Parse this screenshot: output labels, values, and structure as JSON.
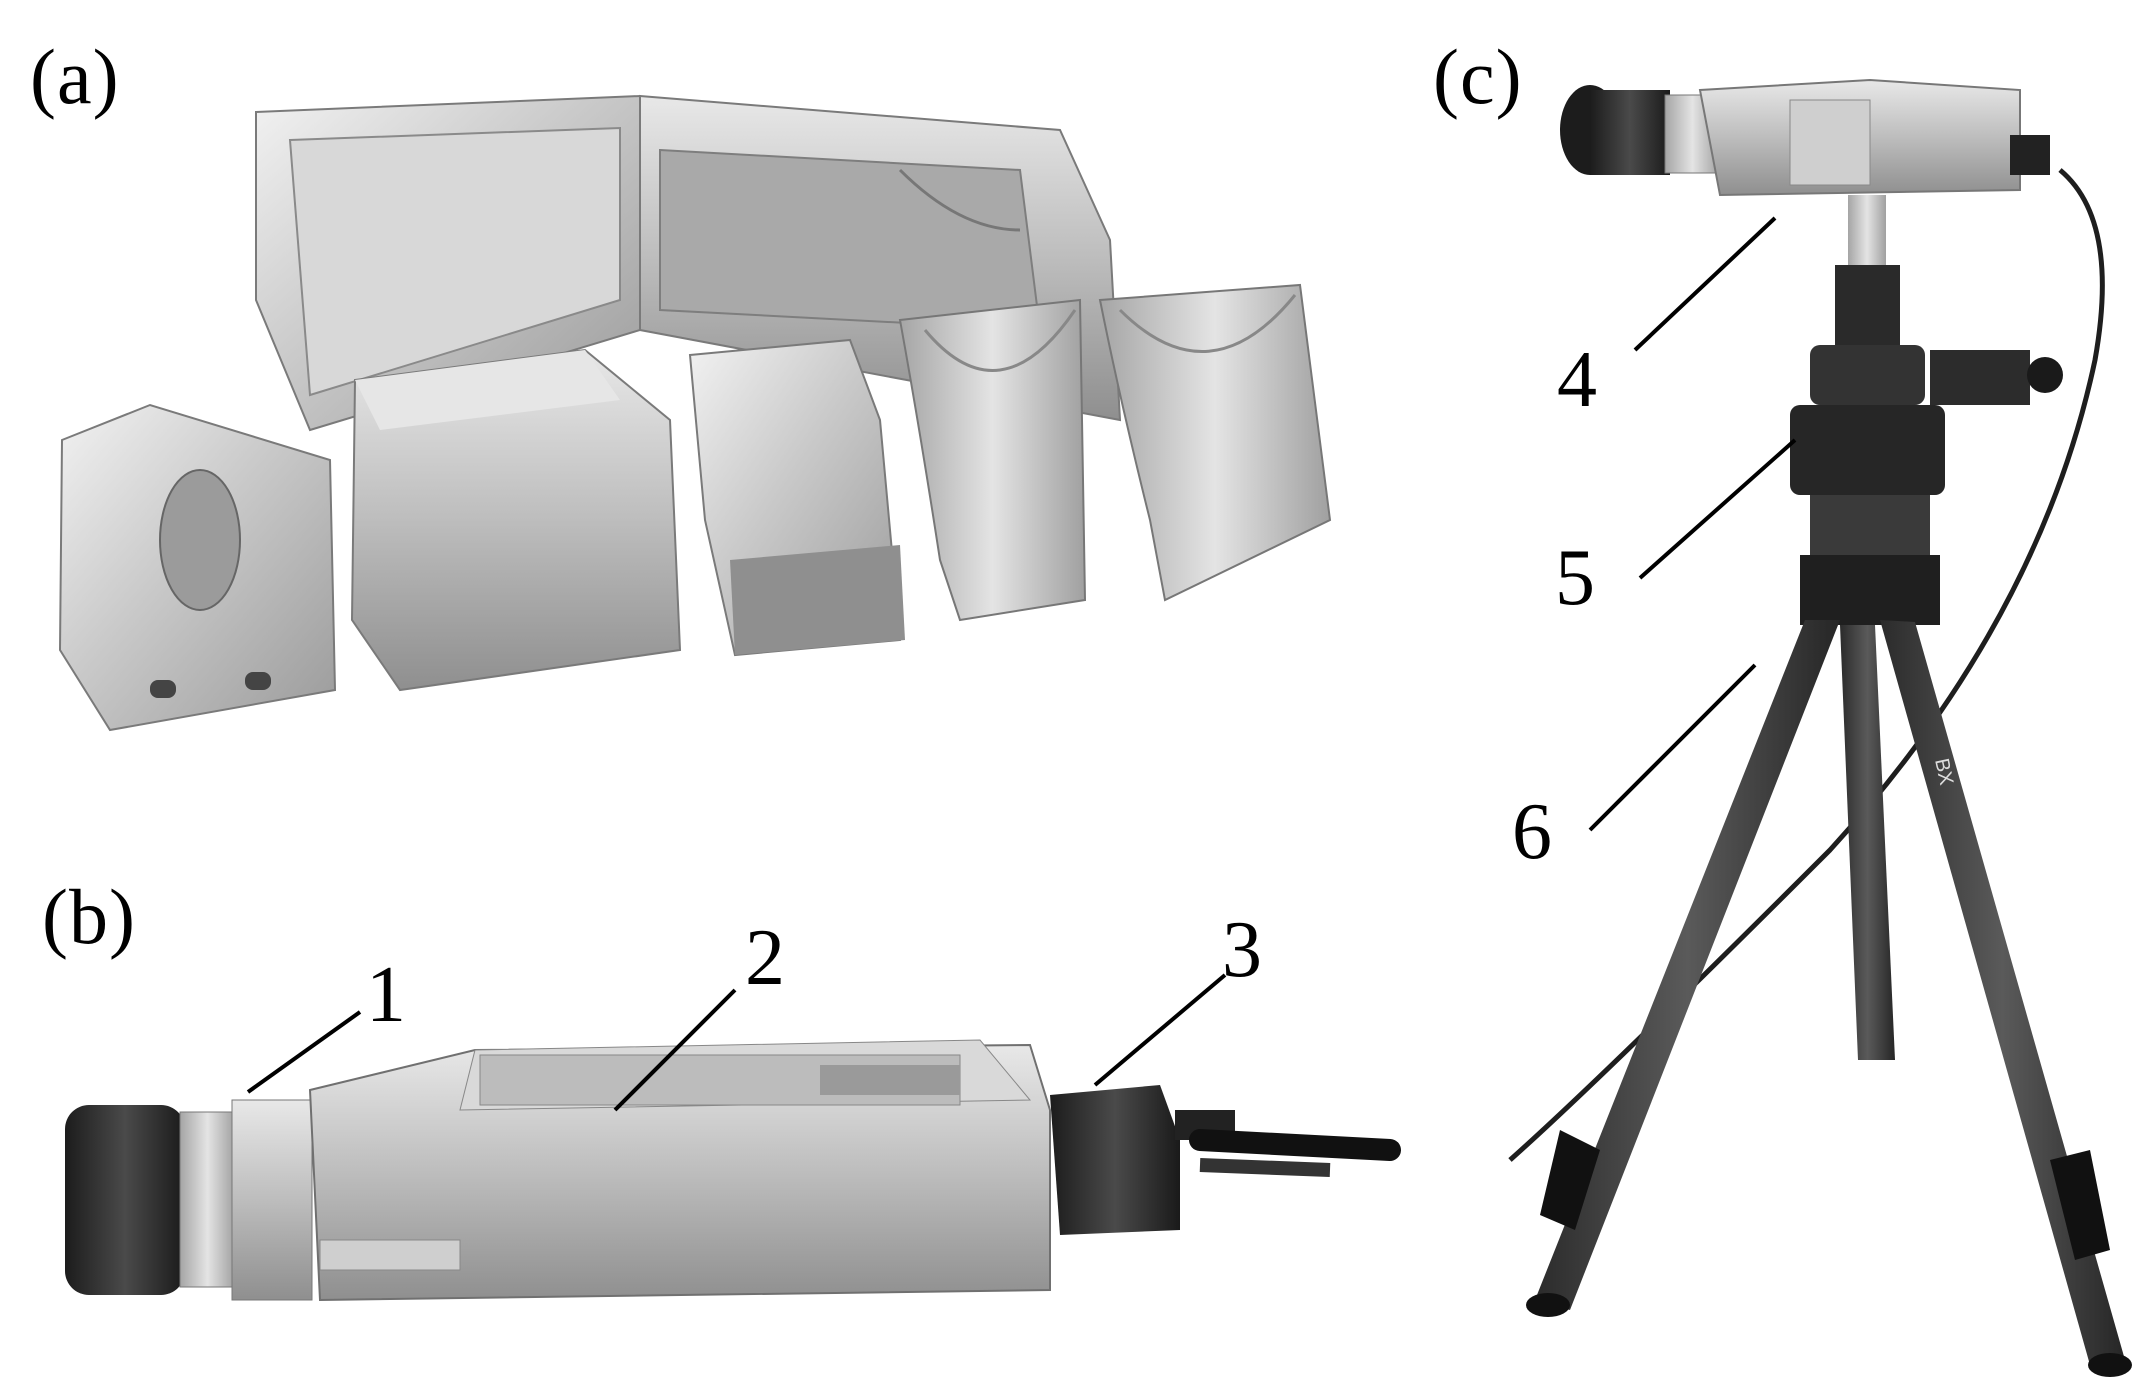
{
  "panels": {
    "a": {
      "label": "(a)"
    },
    "b": {
      "label": "(b)"
    },
    "c": {
      "label": "(c)"
    }
  },
  "callouts": {
    "n1": "1",
    "n2": "2",
    "n3": "3",
    "n4": "4",
    "n5": "5",
    "n6": "6"
  },
  "camera_side_text": "BX"
}
